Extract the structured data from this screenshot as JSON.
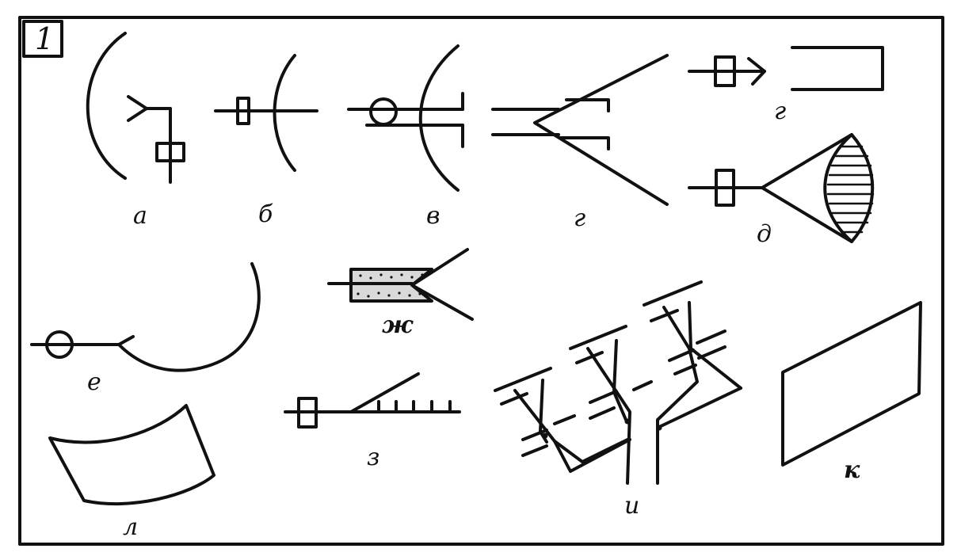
{
  "figure": {
    "number": "1",
    "labels": {
      "a": "а",
      "b": "б",
      "v": "в",
      "g": "г",
      "g2": "г",
      "d": "д",
      "e": "е",
      "zh": "ж",
      "z": "з",
      "i": "и",
      "k": "к",
      "l": "л"
    }
  }
}
